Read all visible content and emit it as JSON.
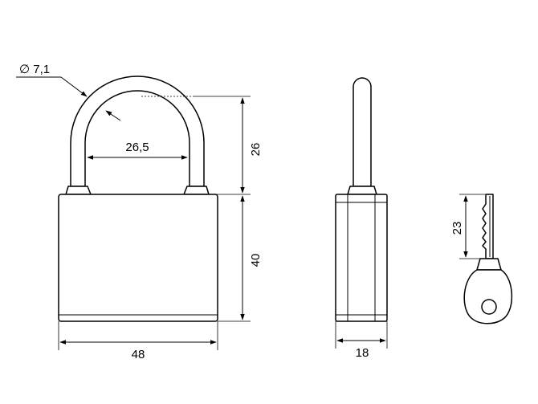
{
  "dimensions": {
    "shackle_diameter": "∅ 7,1",
    "shackle_inner_width": "26,5",
    "shackle_height": "26",
    "body_height": "40",
    "body_width": "48",
    "body_thickness": "18",
    "key_length": "23"
  }
}
